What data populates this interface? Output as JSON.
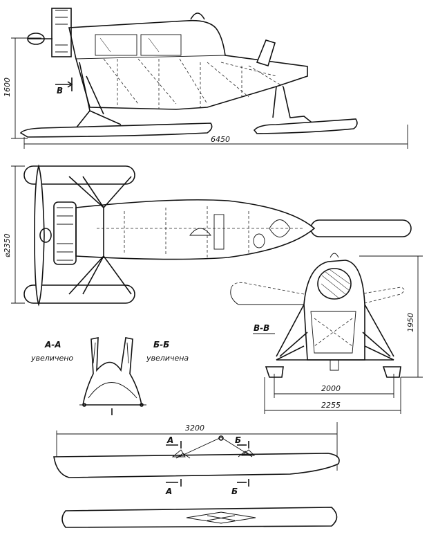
{
  "dimensions": {
    "height": "1600",
    "length": "6450",
    "width": "⌀2350",
    "section_height": "1950",
    "track_inner": "2000",
    "track_outer": "2255",
    "ski_length": "3200"
  },
  "sections": {
    "view_b": "В",
    "bb_view": "В-В",
    "aa_title": "А-А",
    "aa_note": "увеличено",
    "bb_title": "Б-Б",
    "bb_note": "увеличена",
    "cut_a_top": "А",
    "cut_b_top": "Б",
    "cut_a_bottom": "А",
    "cut_b_bottom": "Б"
  }
}
